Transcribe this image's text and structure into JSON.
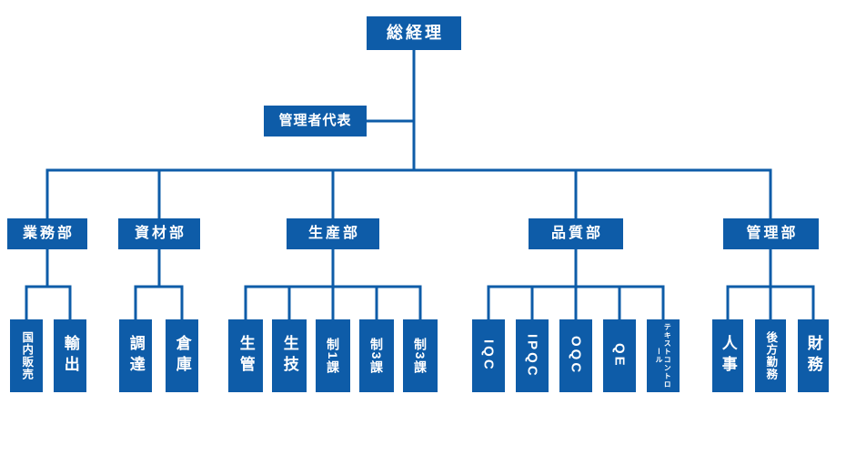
{
  "colors": {
    "accent": "#0e5ca8",
    "box_text": "#ffffff",
    "background": "#ffffff"
  },
  "org": {
    "root": "総経理",
    "representative": "管理者代表",
    "departments": [
      {
        "name": "業務部",
        "units": [
          "国内販売",
          "輸出"
        ]
      },
      {
        "name": "資材部",
        "units": [
          "調達",
          "倉庫"
        ]
      },
      {
        "name": "生産部",
        "units": [
          "生管",
          "生技",
          "制1課",
          "制3課",
          "制3課"
        ]
      },
      {
        "name": "品質部",
        "units": [
          "IQC",
          "IPQC",
          "OQC",
          "QE",
          "テキストコントロール"
        ]
      },
      {
        "name": "管理部",
        "units": [
          "人事",
          "後方勤務",
          "財務"
        ]
      }
    ]
  }
}
